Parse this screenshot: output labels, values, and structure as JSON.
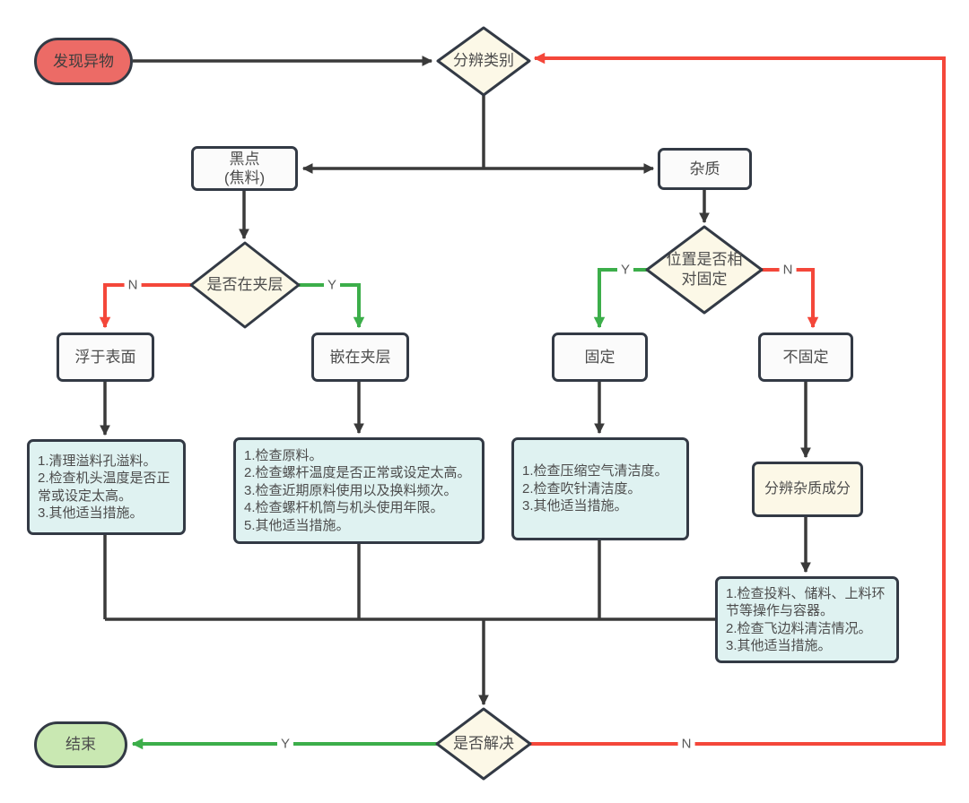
{
  "diagram": {
    "title_hint": "foreign-object troubleshooting flowchart",
    "colors": {
      "node_border": "#333a45",
      "black_line": "#3a3a3a",
      "red_line": "#f4473a",
      "green_line": "#3cae4a",
      "start_fill": "#ec6b66",
      "end_fill": "#c9e8b2",
      "diamond_fill": "#fcf8e7",
      "process_fill": "#fbfbfb",
      "action_fill": "#dff2f1"
    },
    "nodes": {
      "start": {
        "label": "发现异物"
      },
      "classify_type": {
        "label": "分辨类别"
      },
      "black_spot": {
        "label": [
          "黑点",
          "(焦料)"
        ]
      },
      "impurity": {
        "label": "杂质"
      },
      "in_interlayer": {
        "label": "是否在夹层"
      },
      "position_fixed": {
        "label": "位置是否相对固定"
      },
      "surface": {
        "label": "浮于表面"
      },
      "embedded": {
        "label": "嵌在夹层"
      },
      "fixed": {
        "label": "固定"
      },
      "not_fixed": {
        "label": "不固定"
      },
      "action_surface": {
        "lines": [
          "1.清理溢料孔溢料。",
          "2.检查机头温度是否正常或设定太高。",
          "3.其他适当措施。"
        ]
      },
      "action_embedded": {
        "lines": [
          "1.检查原料。",
          "2.检查螺杆温度是否正常或设定太高。",
          "3.检查近期原料使用以及换料频次。",
          "4.检查螺杆机筒与机头使用年限。",
          "5.其他适当措施。"
        ]
      },
      "action_fixed": {
        "lines": [
          "1.检查压缩空气清洁度。",
          "2.检查吹针清洁度。",
          "3.其他适当措施。"
        ]
      },
      "classify_composition": {
        "label": "分辨杂质成分"
      },
      "action_not_fixed": {
        "lines": [
          "1.检查投料、储料、上料环节等操作与容器。",
          "2.检查飞边料清洁情况。",
          "3.其他适当措施。"
        ]
      },
      "solved": {
        "label": "是否解决"
      },
      "end": {
        "label": "结束"
      }
    },
    "edge_labels": {
      "interlayer_no": "N",
      "interlayer_yes": "Y",
      "fixed_yes": "Y",
      "fixed_no": "N",
      "solved_yes": "Y",
      "solved_no": "N"
    }
  }
}
